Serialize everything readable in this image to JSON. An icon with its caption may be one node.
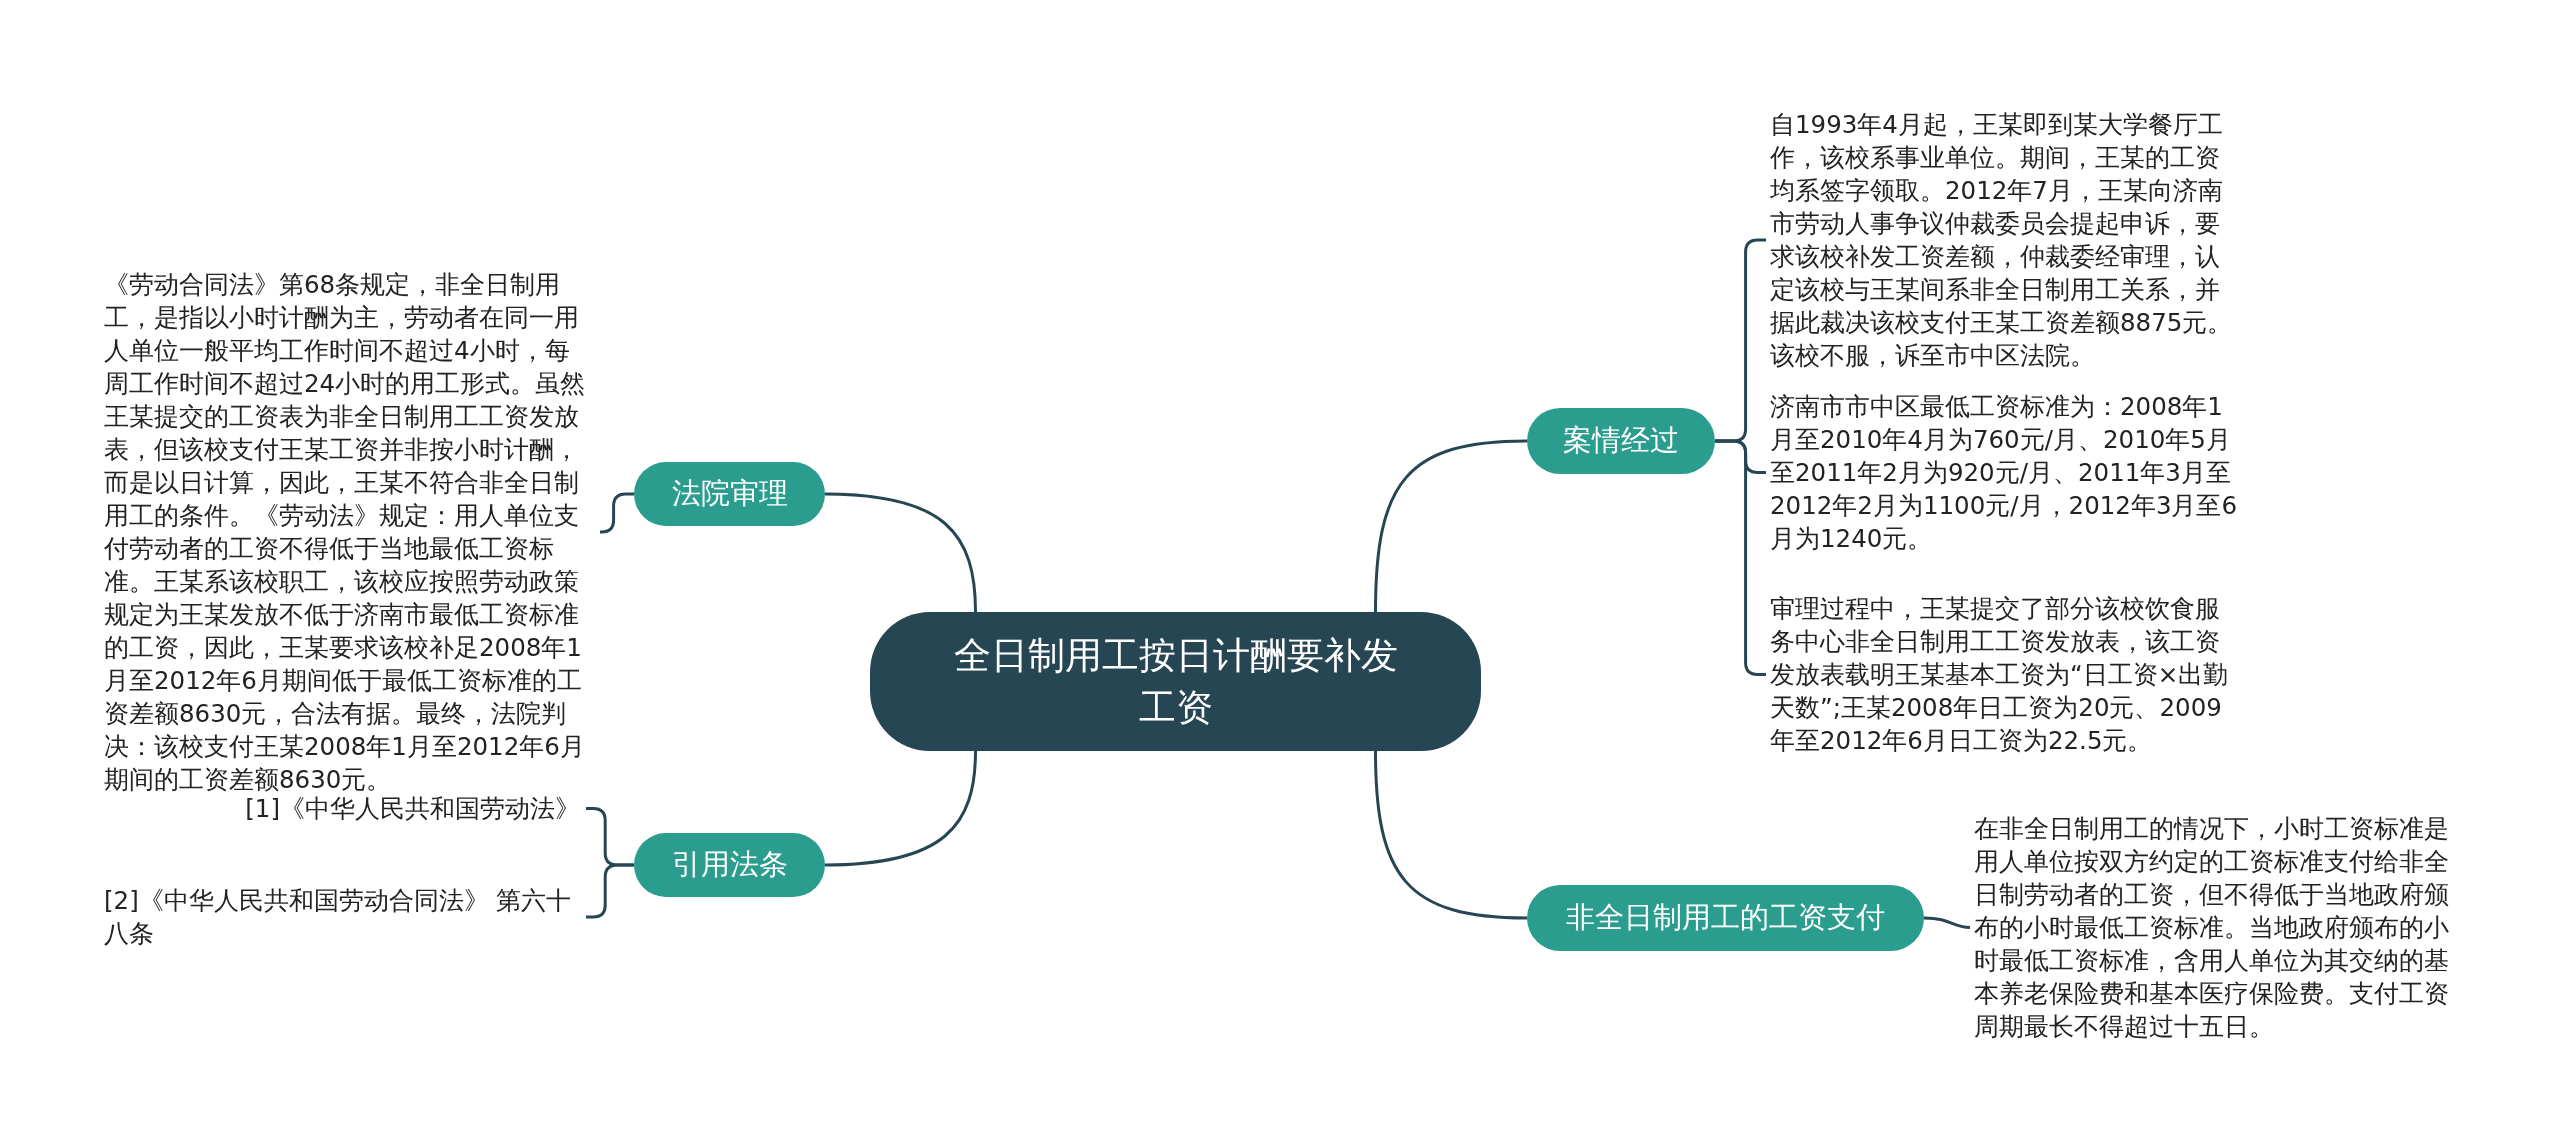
{
  "diagram": {
    "nodes": [
      {
        "text": [
          "全日制用工按日计酬要补发工资"
        ]
      },
      {
        "text": [
          "法院审理"
        ]
      },
      {
        "text": [
          "引用法条"
        ]
      },
      {
        "text": [
          "案情经过"
        ]
      },
      {
        "text": [
          "非全日制用工的工资支付"
        ]
      },
      {
        "text": [
          "《劳动合同法》第68条规定，非全日制用工，是指以小时计酬为主，劳动者在同一用人单位一般平均工作时间不超过4小时，每周工作时间不超过24小时的用工形式。虽然王某提交的工资表为非全日制用工工资发放表，但该校支付王某工资并非按小时计酬，而是以日计算，因此，王某不符合非全日制用工的条件。《劳动法》规定：用人单位支付劳动者的工资不得低于当地最低工资标准。王某系该校职工，该校应按照劳动政策规定为王某发放不低于济南市最低工资标准的工资，因此，王某要求该校补足2008年1月至2012年6月期间低于最低工资标准的工资差额8630元，合法有据。最终，法院判决：该校支付王某2008年1月至2012年6月期间的工资差额8630元。"
        ]
      },
      {
        "text": [
          "[1]《中华人民共和国劳动法》"
        ]
      },
      {
        "text": [
          "[2]《中华人民共和国劳动合同法》 第六十八条"
        ]
      },
      {
        "text": [
          "自1993年4月起，王某即到某大学餐厅工作，该校系事业单位。期间，王某的工资均系签字领取。2012年7月，王某向济南市劳动人事争议仲裁委员会提起申诉，要求该校补发工资差额，仲裁委经审理，认定该校与王某间系非全日制用工关系，并据此裁决该校支付王某工资差额8875元。该校不服，诉至市中区法院。"
        ]
      },
      {
        "text": [
          "济南市市中区最低工资标准为：2008年1月至2010年4月为760元/月、2010年5月至2011年2月为920元/月、2011年3月至2012年2月为1100元/月，2012年3月至6月为1240元。"
        ]
      },
      {
        "text": [
          "审理过程中，王某提交了部分该校饮食服务中心非全日制用工工资发放表，该工资发放表载明王某基本工资为“日工资×出勤天数”;王某2008年日工资为20元、2009年至2012年6月日工资为22.5元。"
        ]
      },
      {
        "text": [
          "在非全日制用工的情况下，小时工资标准是用人单位按双方约定的工资标准支付给非全日制劳动者的工资，但不得低于当地政府颁布的小时最低工资标准。当地政府颁布的小时最低工资标准，含用人单位为其交纳的基本养老保险费和基本医疗保险费。支付工资周期最长不得超过十五日。"
        ]
      }
    ],
    "edges": [
      {
        "from": 0,
        "to": 1,
        "arrow": "none"
      },
      {
        "from": 0,
        "to": 2,
        "arrow": "none"
      },
      {
        "from": 0,
        "to": 3,
        "arrow": "none"
      },
      {
        "from": 0,
        "to": 4,
        "arrow": "none"
      },
      {
        "from": 1,
        "to": 5,
        "arrow": "none"
      },
      {
        "from": 2,
        "to": 6,
        "arrow": "none"
      },
      {
        "from": 2,
        "to": 7,
        "arrow": "none"
      },
      {
        "from": 3,
        "to": 8,
        "arrow": "none"
      },
      {
        "from": 3,
        "to": 9,
        "arrow": "none"
      },
      {
        "from": 3,
        "to": 10,
        "arrow": "none"
      },
      {
        "from": 4,
        "to": 11,
        "arrow": "none"
      }
    ]
  }
}
